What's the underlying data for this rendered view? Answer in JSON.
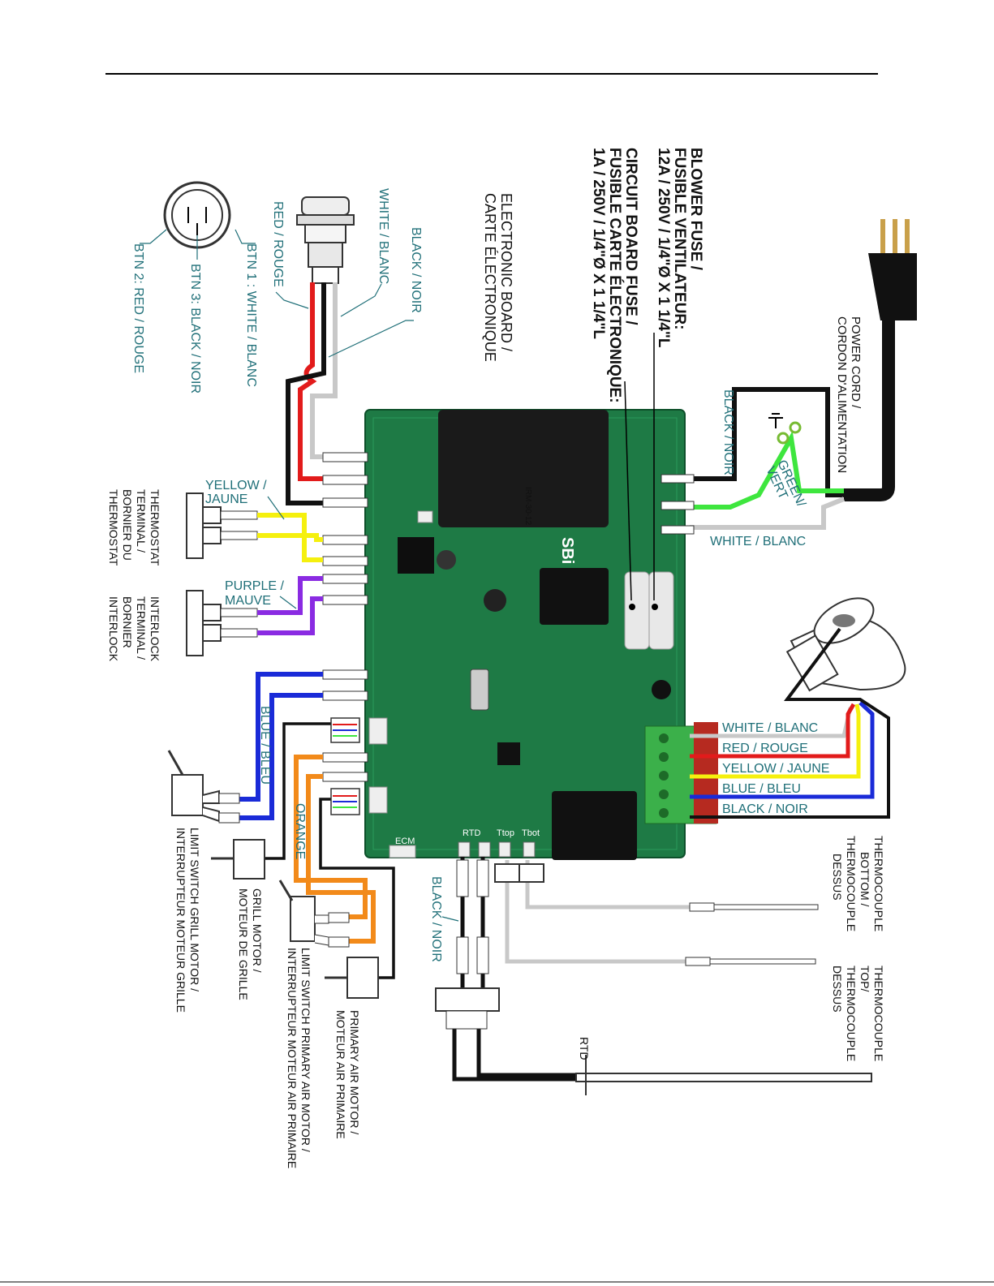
{
  "labels": {
    "power_cord": [
      "POWER CORD /",
      "CORDON D'ALIMENTATION"
    ],
    "blower_fuse": [
      "BLOWER FUSE /",
      "FUSIBLE VENTILATEUR:",
      "12A / 250V / 1/4\"Ø X 1 1/4\"L"
    ],
    "board_fuse": [
      "CIRCUIT BOARD FUSE /",
      "FUSIBLE CARTE ÉLECTRONIQUE:",
      "1A / 250V / 1/4\"Ø X 1 1/4\"L"
    ],
    "electronic_board": [
      "ELECTRONIC BOARD /",
      "CARTE ÉLECTRONIQUE"
    ],
    "button_black": "BLACK / NOIR",
    "button_white": "WHITE / BLANC",
    "button_red": "RED / ROUGE",
    "btn1": "BTN 1 : WHITE / BLANC",
    "btn3": "BTN 3: BLACK / NOIR",
    "btn2": "BTN 2: RED / ROUGE",
    "power_black": "BLACK / NOIR",
    "green_vert": [
      "GREEN/",
      "VERT"
    ],
    "power_white": "WHITE / BLANC",
    "yellow": [
      "YELLOW /",
      "JAUNE"
    ],
    "thermostat": [
      "THERMOSTAT",
      "TERMINAL /",
      "BORNIER DU",
      "THERMOSTAT"
    ],
    "purple": [
      "PURPLE /",
      "MAUVE"
    ],
    "interlock": [
      "INTERLOCK",
      "TERMINAL /",
      "BORNIER",
      "INTERLOCK"
    ],
    "blue_bleu": "BLUE / BLEU",
    "orange": "ORANGE",
    "limit_grill": [
      "LIMIT SWITCH GRILL MOTOR /",
      "INTERRUPTEUR MOTEUR GRILLE"
    ],
    "grill_motor": [
      "GRILL MOTOR /",
      "MOTEUR DE GRILLE"
    ],
    "limit_primary": [
      "LIMIT SWITCH PRIMARY AIR MOTOR /",
      "INTERRUPTEUR MOTEUR AIR PRIMAIRE"
    ],
    "primary_motor": [
      "PRIMARY AIR MOTOR /",
      "MOTEUR AIR PRIMAIRE"
    ],
    "rtd_black": "BLACK / NOIR",
    "rtd": "RTD",
    "tc_bottom": [
      "THERMOCOUPLE",
      "BOTTOM /",
      "THERMOCOUPLE",
      "DESSUS"
    ],
    "tc_top": [
      "THERMOCOUPLE",
      "TOP/",
      "THERMOCOUPLE",
      "DESSUS"
    ],
    "blower_wires": [
      "WHITE / BLANC",
      "RED / ROUGE",
      "YELLOW / JAUNE",
      "BLUE / BLEU",
      "BLACK / NOIR"
    ],
    "board_marks": [
      "SBi",
      "ECM",
      "RTD",
      "Ttop",
      "Tbot",
      "IRM-30-12"
    ]
  },
  "colors": {
    "wire_black": "#111111",
    "wire_white": "#c8c8c8",
    "wire_red": "#e21b1b",
    "wire_green": "#3ee63e",
    "wire_yellow": "#f5f00e",
    "wire_purple": "#8a2be2",
    "wire_blue": "#1a2bd8",
    "wire_orange": "#f28a1a",
    "label_teal": "#1f6f78",
    "board_green": "#1e7a45"
  }
}
